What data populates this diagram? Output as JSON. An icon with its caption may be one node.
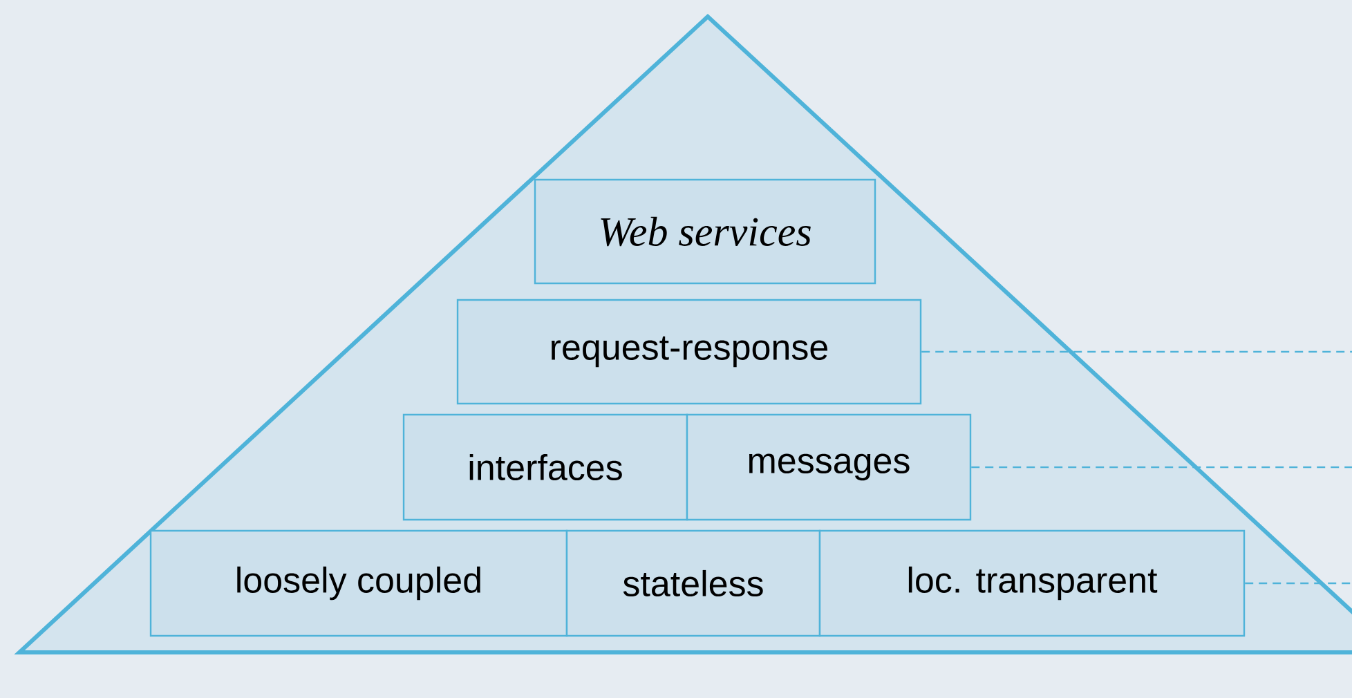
{
  "diagram": {
    "nodes": [
      {
        "text": [],
        "shape": "triangle"
      },
      {
        "text": [
          "Web services"
        ],
        "in": 0
      },
      {
        "text": [
          "request-response"
        ],
        "in": 0
      },
      {
        "text": [
          "interfaces"
        ],
        "in": 0
      },
      {
        "text": [
          "messages"
        ],
        "in": 0
      },
      {
        "text": [
          "loosely coupled"
        ],
        "in": 0
      },
      {
        "text": [
          "stateless"
        ],
        "in": 0
      },
      {
        "text": [
          "loc. transparent"
        ],
        "in": 0
      }
    ],
    "edges": [
      {
        "from": 2,
        "to": null,
        "arrow": "none",
        "style": "dashed"
      },
      {
        "from": 4,
        "to": null,
        "arrow": "none",
        "style": "dashed"
      },
      {
        "from": 7,
        "to": null,
        "arrow": "none",
        "style": "dashed"
      }
    ]
  }
}
